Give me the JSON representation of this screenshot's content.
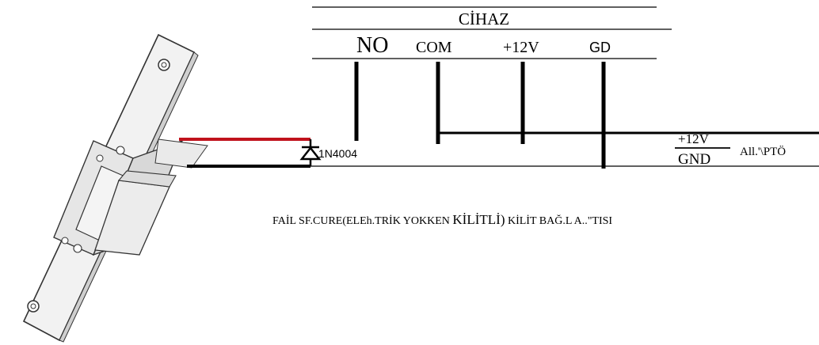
{
  "header": {
    "title": "CİHAZ",
    "terminals": [
      "NO",
      "COM",
      "+12V",
      "GD"
    ]
  },
  "diode": {
    "label": "1N4004"
  },
  "power": {
    "positive": "+12V",
    "negative": "GND",
    "adapter_label": "All.'\\PTÖ"
  },
  "caption": {
    "part1": "FAİL SF.CURE(ELEh.TRİK YOKKEN ",
    "part2": "KİLİTLİ)",
    "part3": " KİLİT BAĞ.L A..\"TISI"
  },
  "colors": {
    "wire_positive": "#c0121c",
    "wire_negative": "#000000",
    "lines": "#000000"
  },
  "icons": {
    "lock_image": "electric-strike-lock-icon",
    "diode_symbol": "diode-icon"
  }
}
